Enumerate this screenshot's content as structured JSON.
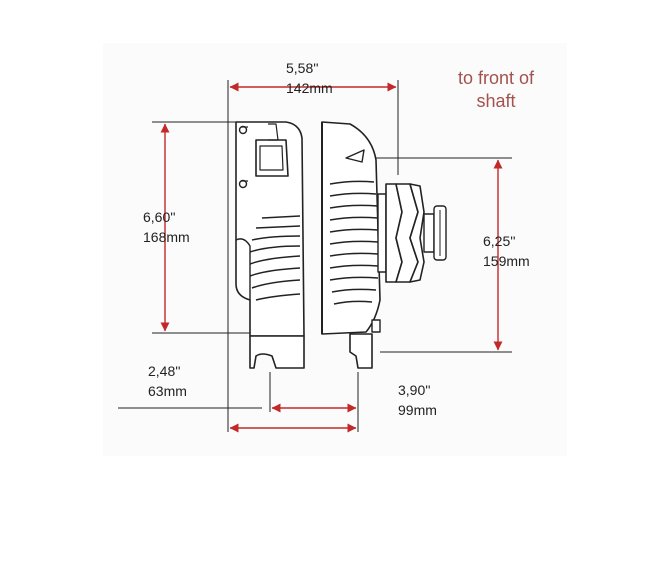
{
  "annotation": {
    "line1": "to front of",
    "line2": "shaft",
    "color": "#a4524e"
  },
  "dimensions": {
    "overall_length": {
      "inch": "5,58''",
      "mm": "142mm"
    },
    "housing_height": {
      "inch": "6,60''",
      "mm": "168mm"
    },
    "pulley_height": {
      "inch": "6,25''",
      "mm": "159mm"
    },
    "rear_mount_offset": {
      "inch": "2,48''",
      "mm": "63mm"
    },
    "front_mount_offset": {
      "inch": "3,90''",
      "mm": "99mm"
    }
  },
  "colors": {
    "arrow": "#c22a2a",
    "line": "#222222",
    "panel": "#fbfbfb"
  }
}
